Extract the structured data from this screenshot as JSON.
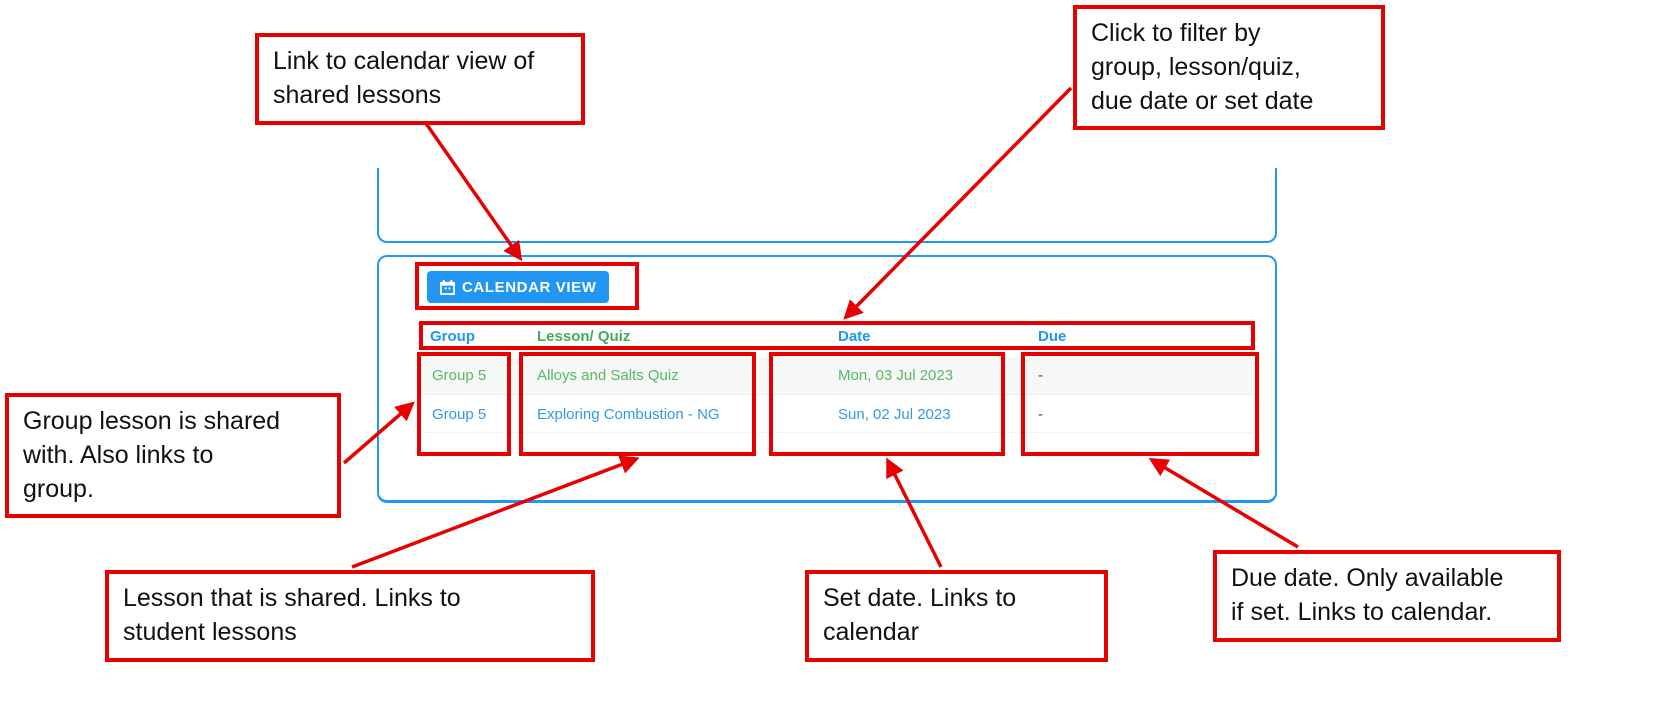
{
  "panel": {
    "calendar_view_button": "CALENDAR VIEW",
    "table": {
      "headers": [
        {
          "label": "Group"
        },
        {
          "label": "Lesson/ Quiz"
        },
        {
          "label": "Date"
        },
        {
          "label": "Due"
        }
      ],
      "rows": [
        {
          "group": "Group 5",
          "lesson": "Alloys and Salts Quiz",
          "date": "Mon, 03 Jul 2023",
          "due": "-"
        },
        {
          "group": "Group 5",
          "lesson": "Exploring Combustion - NG",
          "date": "Sun, 02 Jul 2023",
          "due": "-"
        }
      ]
    }
  },
  "annotations": {
    "calendar_view": "Link to calendar view of\nshared lessons",
    "filter_header": "Click to filter by\ngroup, lesson/quiz,\ndue date or set date",
    "group_column": "Group lesson is shared\nwith. Also links to\ngroup.",
    "lesson_column": "Lesson that is shared. Links to\nstudent lessons",
    "date_column": "Set date. Links to\ncalendar",
    "due_column": "Due date. Only available\nif set. Links to calendar."
  },
  "colors": {
    "red": "#e60000",
    "blue": "#2196f3",
    "green": "#3fae5a",
    "row-green": "#57b865",
    "row-blue": "#2e9be6"
  }
}
